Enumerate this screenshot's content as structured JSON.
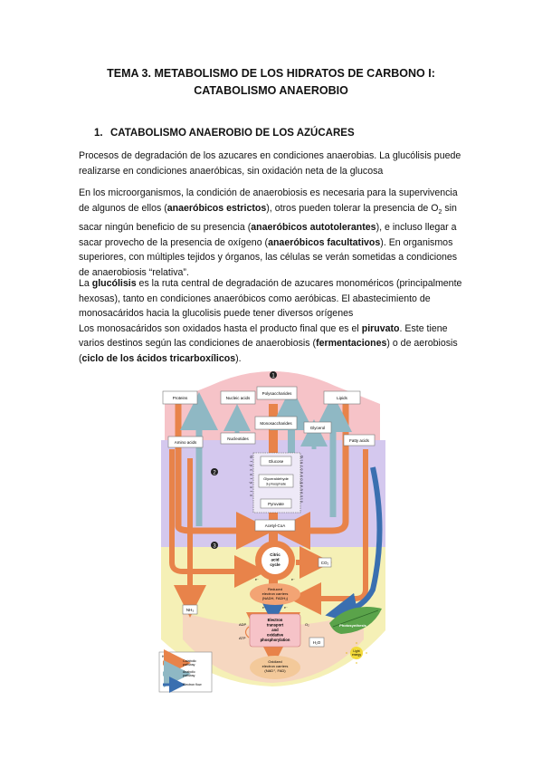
{
  "title": {
    "line1": "TEMA 3. METABOLISMO DE LOS HIDRATOS DE CARBONO I:",
    "line2": "CATABOLISMO ANAEROBIO"
  },
  "section1": {
    "number": "1.",
    "heading": "CATABOLISMO ANAEROBIO DE LOS AZÚCARES"
  },
  "p1": {
    "t1": "Procesos de degradación de los azucares en condiciones anaerobias. La glucólisis puede realizarse en condiciones anaeróbicas, sin oxidación neta de la glucosa"
  },
  "p2": {
    "t1": "En los microorganismos, la condición de anaerobiosis es necesaria para la supervivencia de algunos de ellos (",
    "b1": "anaeróbicos estrictos",
    "t2": "), otros pueden tolerar la presencia de O",
    "sub": "2",
    "t3": " sin sacar ningún beneficio de su presencia (",
    "b2": "anaeróbicos autotolerantes",
    "t4": "), e incluso llegar a sacar provecho de la presencia de oxígeno (",
    "b3": "anaeróbicos facultativos",
    "t5": "). En organismos superiores, con múltiples tejidos y órganos, las células se verán sometidas a condiciones de anaerobiosis “relativa”."
  },
  "p3": {
    "t1": "La ",
    "b1": "glucólisis",
    "t2": " es la ruta central de degradación de azucares monoméricos (principalmente hexosas), tanto en condiciones anaeróbicos como aeróbicas. El abastecimiento de monosacáridos hacia la glucolisis puede tener diversos orígenes",
    "t3": "Los monosacáridos son oxidados hasta el producto final que es el ",
    "b2": "piruvato",
    "t4": ". Este tiene varios destinos según las condiciones de anaerobiosis (",
    "b3": "fermentaciones",
    "t5": ") o de aerobiosis (",
    "b4": "ciclo de los ácidos tricarboxílicos",
    "t6": ")."
  },
  "figure": {
    "markers": [
      "1",
      "2",
      "3"
    ],
    "boxes": {
      "proteins": "Proteins",
      "nucleic_acids": "Nucleic acids",
      "polysaccharides": "Polysaccharides",
      "lipids": "Lipids",
      "monosaccharides": "Monosaccharides",
      "glycerol": "Glycerol",
      "fatty_acids": "Fatty acids",
      "amino_acids": "Amino acids",
      "nucleotides": "Nucleotides",
      "glucose": "Glucose",
      "g3p_1": "Glyceraldehyde",
      "g3p_2": "3-phosphate",
      "pyruvate": "Pyruvate",
      "acetyl_coa": "Acetyl-CoA",
      "co2": "CO₂",
      "nh3": "NH₃",
      "h2o": "H₂O"
    },
    "vertical_left": "Glycolysis",
    "vertical_right": "Gluconeogenesis",
    "citric_cycle": [
      "Citric",
      "acid",
      "cycle"
    ],
    "reduced_carriers": [
      "Reduced",
      "electron carriers",
      "(NADH, FADH₂)"
    ],
    "etc": [
      "Electron",
      "transport",
      "and",
      "oxidative",
      "phosphorylation"
    ],
    "oxidized_carriers": [
      "Oxidized",
      "electron carriers",
      "(NAD⁺, FAD)"
    ],
    "small_labels": {
      "adp": "ADP",
      "atp": "ATP",
      "o2": "O₂",
      "photosynthesis": "Photosynthesis",
      "light_1": "Light",
      "light_2": "energy",
      "e1": "e⁻",
      "e2": "e⁻",
      "e3": "e⁻",
      "e4": "e⁻"
    },
    "key": {
      "title": "Key",
      "items": [
        {
          "label1": "Catabolic",
          "label2": "pathway",
          "color": "#e8834a"
        },
        {
          "label1": "Anabolic",
          "label2": "pathway",
          "color": "#8fb8c4"
        },
        {
          "label1": "Electron flow",
          "label2": "",
          "color": "#3a6fb0"
        }
      ]
    },
    "colors": {
      "pink": "#f6c3c8",
      "lavender": "#d4c8ee",
      "yellow": "#f5f0b6",
      "catabolic": "#e8834a",
      "anabolic": "#8fb8c4",
      "electron": "#3a6fb0"
    }
  }
}
